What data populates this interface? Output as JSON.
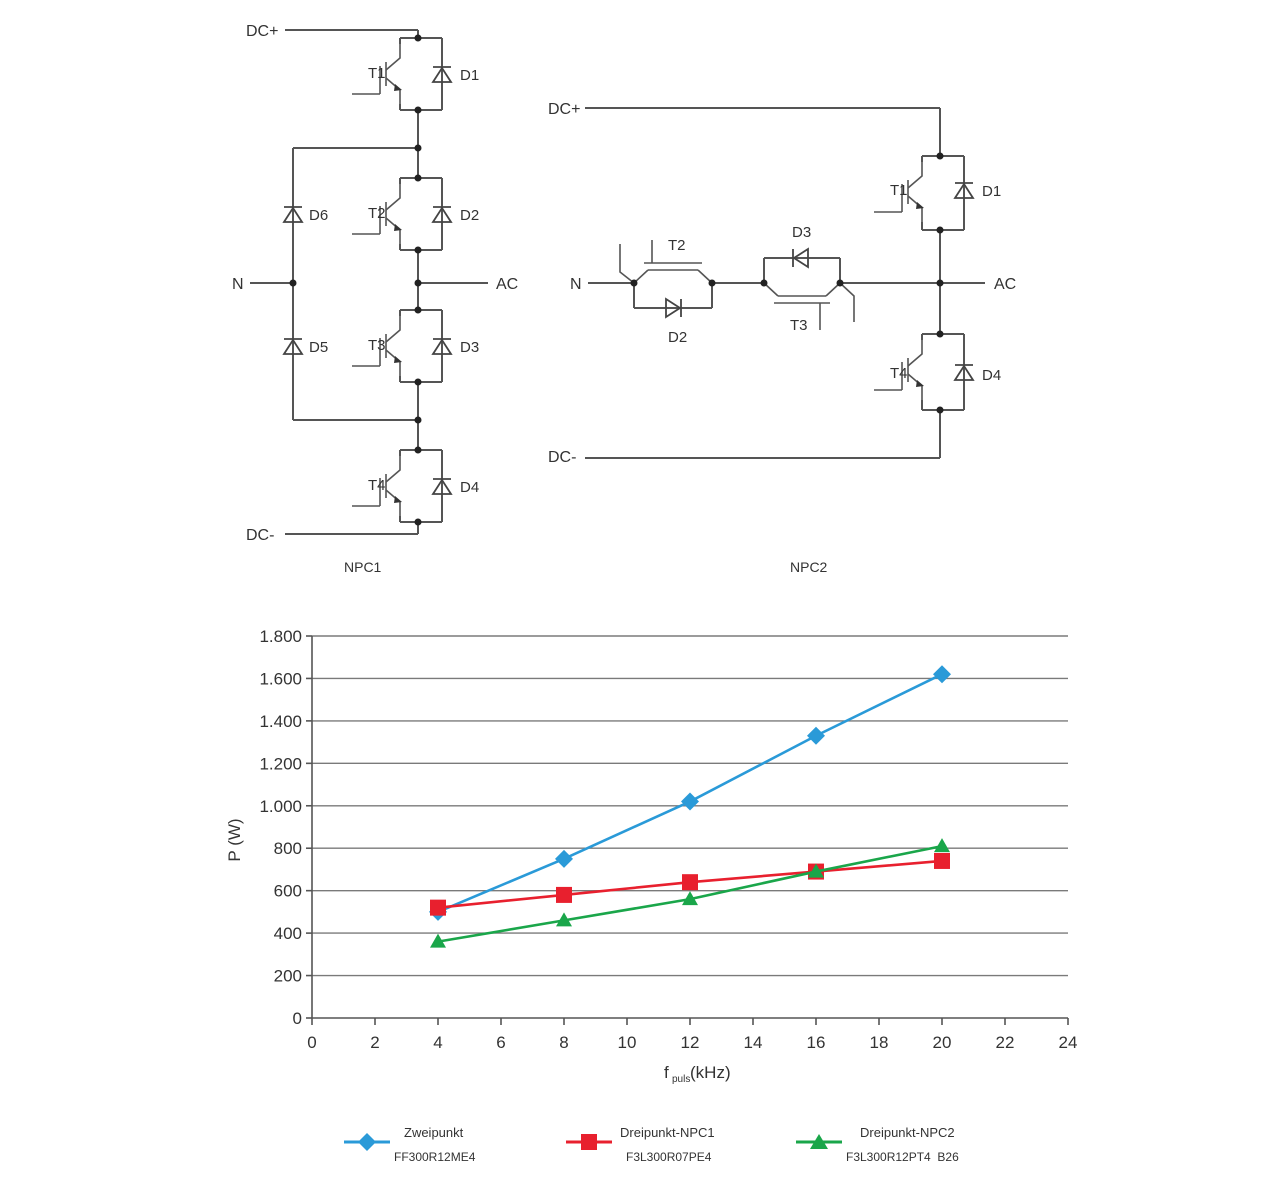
{
  "schematics": {
    "npc1": {
      "caption": "NPC1",
      "dc_plus": "DC+",
      "dc_minus": "DC-",
      "n": "N",
      "ac": "AC",
      "transistors": [
        "T1",
        "T2",
        "T3",
        "T4"
      ],
      "diodes": [
        "D1",
        "D2",
        "D3",
        "D4",
        "D5",
        "D6"
      ]
    },
    "npc2": {
      "caption": "NPC2",
      "dc_plus": "DC+",
      "dc_minus": "DC-",
      "n": "N",
      "ac": "AC",
      "transistors": [
        "T1",
        "T2",
        "T3",
        "T4"
      ],
      "diodes": [
        "D1",
        "D2",
        "D3",
        "D4"
      ]
    }
  },
  "chart_data": {
    "type": "line",
    "xlabel_main": "f",
    "xlabel_sub": "puls",
    "xlabel_unit": "(kHz)",
    "ylabel": "P (W)",
    "xlim": [
      0,
      24
    ],
    "ylim": [
      0,
      1800
    ],
    "xticks": [
      0,
      2,
      4,
      6,
      8,
      10,
      12,
      14,
      16,
      18,
      20,
      22,
      24
    ],
    "yticks": [
      0,
      200,
      400,
      600,
      800,
      1000,
      1200,
      1400,
      1600,
      1800
    ],
    "ytick_labels": [
      "0",
      "200",
      "400",
      "600",
      "800",
      "1.000",
      "1.200",
      "1.400",
      "1.600",
      "1.800"
    ],
    "grid": "horizontal",
    "legend_position": "bottom",
    "series": [
      {
        "name": "Zweipunkt",
        "part": "FF300R12ME4",
        "color": "#2a9ad8",
        "marker": "diamond",
        "x": [
          4,
          8,
          12,
          16,
          20
        ],
        "y": [
          500,
          750,
          1020,
          1330,
          1620
        ]
      },
      {
        "name": "Dreipunkt-NPC1",
        "part": "F3L300R07PE4",
        "color": "#e8202e",
        "marker": "square",
        "x": [
          4,
          8,
          12,
          16,
          20
        ],
        "y": [
          520,
          580,
          640,
          690,
          740
        ]
      },
      {
        "name": "Dreipunkt-NPC2",
        "part": "F3L300R12PT4  B26",
        "color": "#1aa64a",
        "marker": "triangle",
        "x": [
          4,
          8,
          12,
          16,
          20
        ],
        "y": [
          360,
          460,
          560,
          690,
          810
        ]
      }
    ]
  }
}
